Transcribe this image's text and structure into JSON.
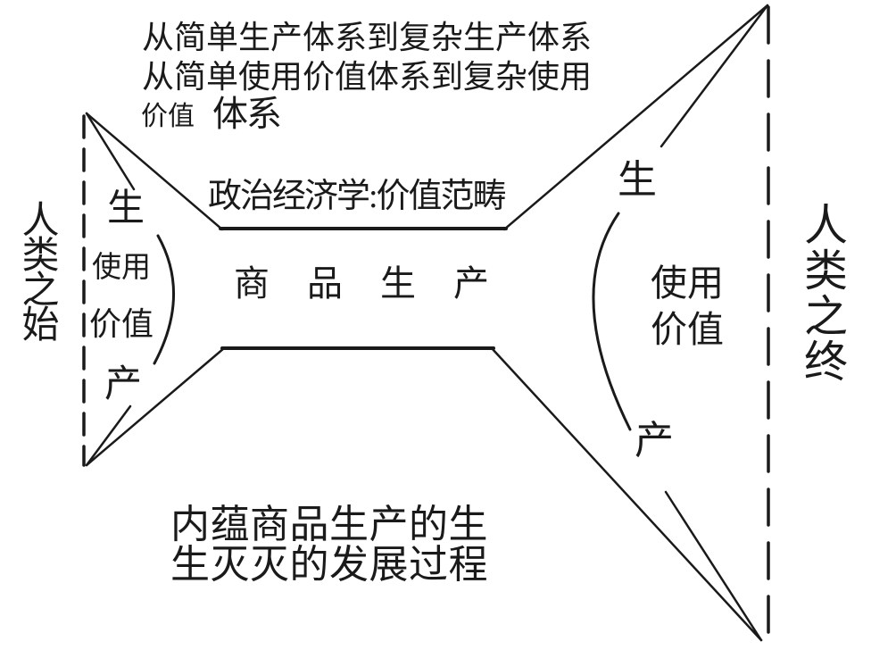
{
  "captions": {
    "top_line1": "从简单生产体系到复杂生产体系",
    "top_line2": "从简单使用价值体系到复杂使用",
    "top_line3_small": "价值",
    "top_line3_rest": "体系",
    "bottom_line1": "内蕴商品生产的生",
    "bottom_line2": "生灭灭的发展过程"
  },
  "center": {
    "band_label": "政治经济学:价值范畴",
    "main_label": "商品生产"
  },
  "axes": {
    "left_vertical": "人类之始",
    "right_vertical": "人类之终"
  },
  "left_group": {
    "char_top": "生",
    "word_mid1": "使用",
    "word_mid2": "价值",
    "char_bottom": "产"
  },
  "right_group": {
    "char_top": "生",
    "word_mid1": "使用",
    "word_mid2": "价值",
    "char_bottom": "产"
  },
  "colors": {
    "ink": "#1a1a1a",
    "background": "#ffffff"
  }
}
